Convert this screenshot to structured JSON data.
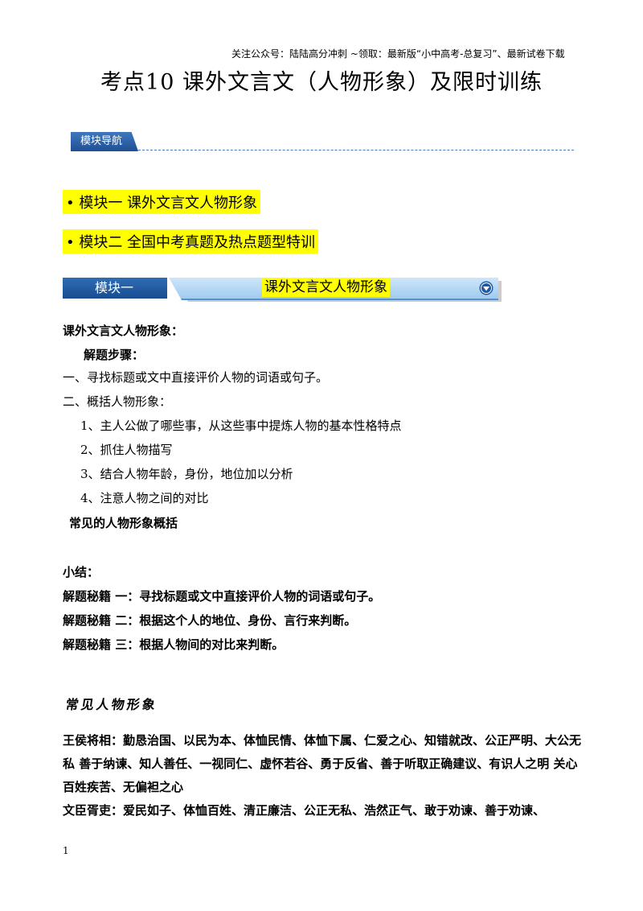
{
  "header": {
    "note": "关注公众号：陆陆高分冲刺  ~领取：最新版“小中高考-总复习”、最新试卷下载",
    "title": "考点10  课外文言文（人物形象）及限时训练"
  },
  "nav": {
    "tab_label": "模块导航",
    "items": [
      "• 模块一    课外文言文人物形象",
      "• 模块二    全国中考真题及热点题型特训"
    ]
  },
  "module1": {
    "left_label": "模块一",
    "right_label": "课外文言文人物形象",
    "icon": "chevron-down-circle-icon"
  },
  "body": {
    "heading": "课外文言文人物形象：",
    "steps_title": "解题步骤：",
    "step1": "一、寻找标题或文中直接评价人物的词语或句子。",
    "step2": "二、概括人物形象：",
    "sub1": "1、主人公做了哪些事，从这些事中提炼人物的基本性格特点",
    "sub2": "2、抓住人物描写",
    "sub3": "3、结合人物年龄，身份，地位加以分析",
    "sub4": "4、注意人物之间的对比",
    "common": "常见的人物形象概括",
    "summary_title": "小结：",
    "secret1": "解题秘籍 一：寻找标题或文中直接评价人物的词语或句子。",
    "secret2": "解题秘籍 二：根据这个人的地位、身份、言行来判断。",
    "secret3": "解题秘籍 三：根据人物间的对比来判断。"
  },
  "common_images": {
    "heading": "常见人物形象",
    "wanghou": "王侯将相：勤恳治国、以民为本、体恤民情、体恤下属、仁爱之心、知错就改、公正严明、大公无私 善于纳谏、知人善任、一视同仁、虚怀若谷、勇于反省、善于听取正确建议、有识人之明 关心百姓疾苦、无偏袒之心",
    "wenchen": "文臣胥吏：爱民如子、体恤百姓、清正廉洁、公正无私、浩然正气、敢于劝谏、善于劝谏、"
  },
  "footer": {
    "page": "1"
  },
  "colors": {
    "highlight": "#ffff00",
    "nav_blue": "#1f4f93",
    "bar_light": "#bcdcf6"
  }
}
